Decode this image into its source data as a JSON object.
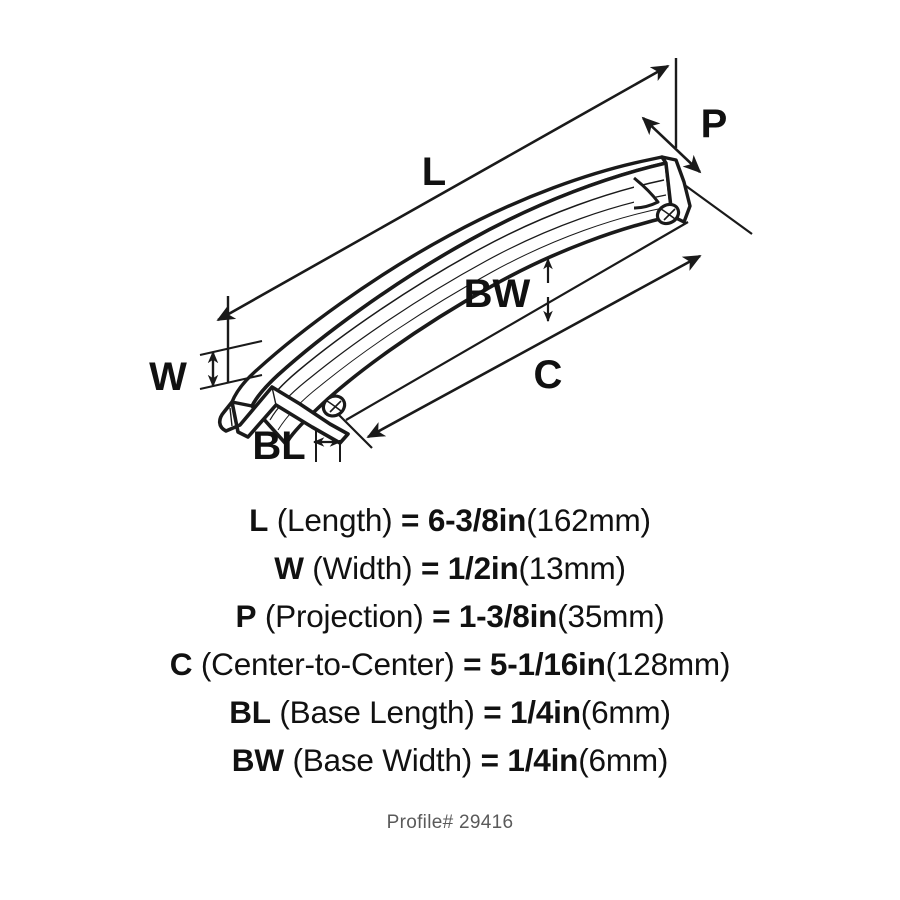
{
  "drawing": {
    "title": "cabinet pull arched handle dimension diagram",
    "labels": {
      "length": "L",
      "width": "W",
      "projection": "P",
      "center_to_center": "C",
      "base_length": "BL",
      "base_width": "BW"
    }
  },
  "specs": [
    {
      "symbol": "L",
      "name": "(Length)",
      "equals": "=",
      "value": "6-3/8in",
      "metric": "(162mm)"
    },
    {
      "symbol": "W",
      "name": "(Width)",
      "equals": "=",
      "value": "1/2in",
      "metric": "(13mm)"
    },
    {
      "symbol": "P",
      "name": "(Projection)",
      "equals": "=",
      "value": "1-3/8in",
      "metric": "(35mm)"
    },
    {
      "symbol": "C",
      "name": "(Center-to-Center)",
      "equals": "=",
      "value": "5-1/16in",
      "metric": "(128mm)"
    },
    {
      "symbol": "BL",
      "name": "(Base Length)",
      "equals": "=",
      "value": "1/4in",
      "metric": "(6mm)"
    },
    {
      "symbol": "BW",
      "name": "(Base Width)",
      "equals": "=",
      "value": "1/4in",
      "metric": "(6mm)"
    }
  ],
  "footer": {
    "profile": "Profile# 29416"
  },
  "colors": {
    "ink": "#111111",
    "line": "#1a1a1a",
    "footer_text": "#5a5a5a",
    "background": "#ffffff"
  }
}
